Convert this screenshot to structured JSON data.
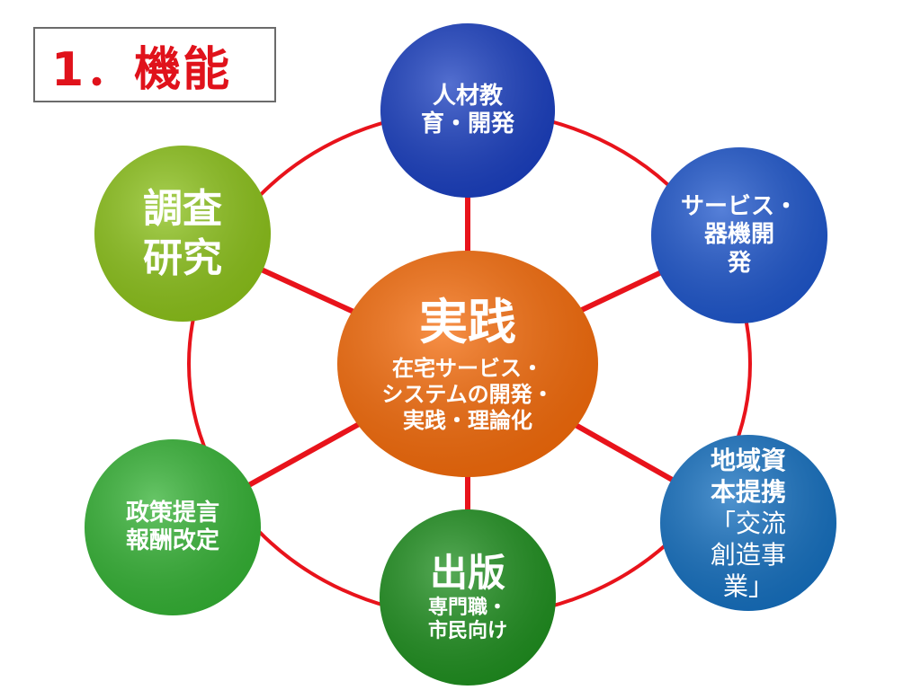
{
  "title": "1．機能",
  "colors": {
    "line": "#e8131b",
    "center": "#f56b0a",
    "top": "#1a3fc0",
    "right_upper": "#1e56cc",
    "right_lower": "#1570c0",
    "bottom": "#1f8f1f",
    "left_lower": "#34b234",
    "left_upper": "#8cc21a"
  },
  "center": {
    "title": "実践",
    "lines": [
      "在宅サービス・",
      "システムの開発・",
      "実践・理論化"
    ]
  },
  "nodes": {
    "top": [
      "人材教",
      "育・開発"
    ],
    "right_upper": [
      "サービス・",
      "器機開",
      "発"
    ],
    "right_lower": [
      "地域資",
      "本提携",
      "「交流",
      "創造事",
      "業」"
    ],
    "bottom": {
      "title": "出版",
      "lines": [
        "専門職・",
        "市民向け"
      ]
    },
    "left_lower": [
      "政策提言",
      "報酬改定"
    ],
    "left_upper": [
      "調査",
      "研究"
    ]
  }
}
